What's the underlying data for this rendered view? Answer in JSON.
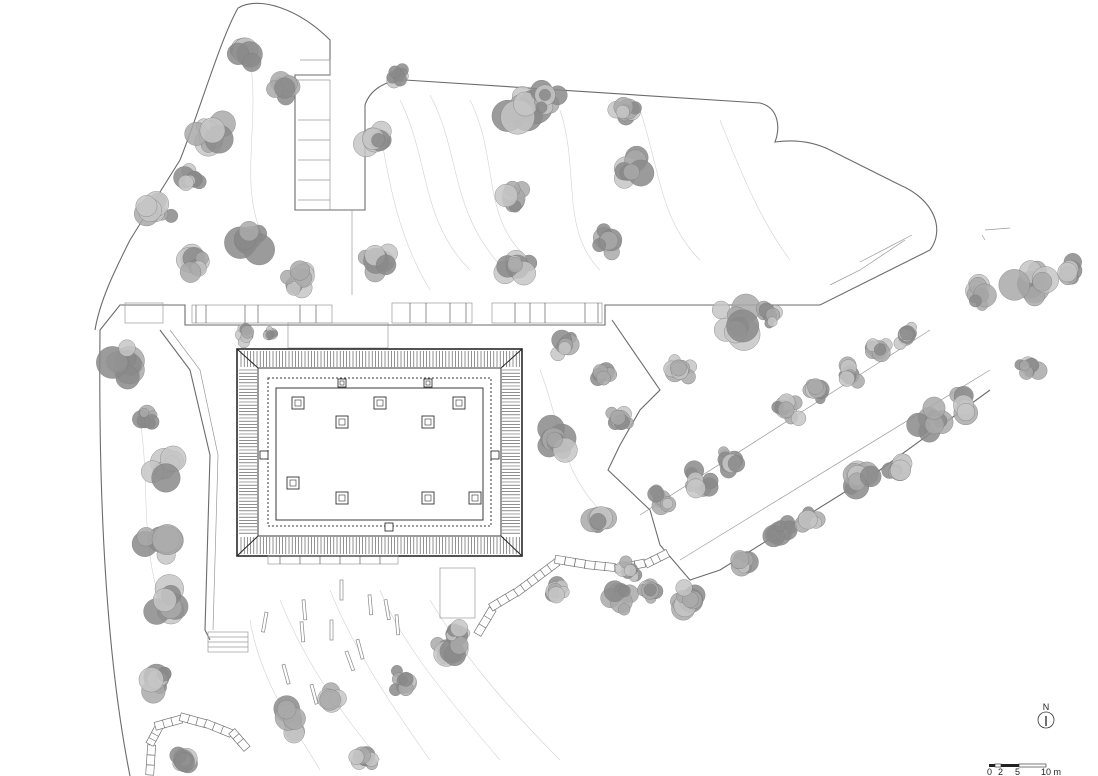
{
  "plan": {
    "north_label": "N",
    "scale_labels": [
      "0",
      "2",
      "5",
      "10 m"
    ]
  },
  "colors": {
    "tree_dark": "#8a8a8a",
    "tree_mid": "#a9a9a9",
    "tree_light": "#c6c6c6",
    "linework": "#6b6b6b",
    "roof": "#2a2a2a"
  },
  "icons": {
    "north_arrow": "north-arrow-icon",
    "tree": "tree-canopy-icon"
  }
}
